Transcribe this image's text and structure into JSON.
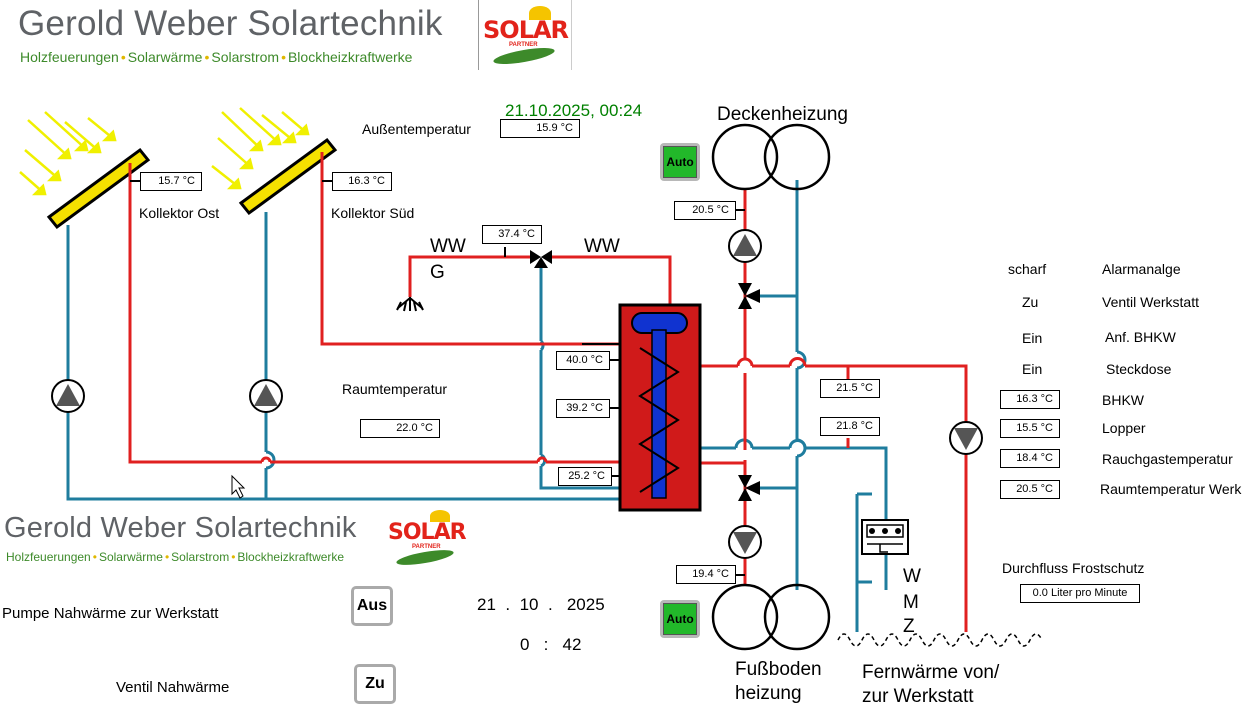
{
  "header": {
    "brand": "Gerold Weber Solartechnik",
    "tagline": [
      "Holzfeuerungen",
      "Solarwärme",
      "Solarstrom",
      "Blockheizkraftwerke"
    ],
    "logo_text": "SOLAR",
    "logo_sub": "PARTNER",
    "datetime": "21.10.2025,  00:24"
  },
  "outdoor": {
    "label": "Außentemperatur",
    "value": "15.9 °C"
  },
  "collectors": {
    "east": {
      "label": "Kollektor Ost",
      "value": "15.7 °C"
    },
    "south": {
      "label": "Kollektor Süd",
      "value": "16.3 °C"
    }
  },
  "ww": {
    "label_left": "WW",
    "label_g": "G",
    "label_right": "WW",
    "value": "37.4 °C"
  },
  "room": {
    "label": "Raumtemperatur",
    "value": "22.0 °C"
  },
  "storage": {
    "t1": "40.0 °C",
    "t2": "39.2 °C",
    "t3": "25.2 °C"
  },
  "ceiling": {
    "title": "Deckenheizung",
    "mode": "Auto",
    "value": "20.5 °C"
  },
  "floor": {
    "title_line1": "Fußboden",
    "title_line2": "heizung",
    "mode": "Auto",
    "value": "19.4 °C"
  },
  "district": {
    "value_top": "21.5 °C",
    "value_bottom": "21.8 °C",
    "wmz": [
      "W",
      "M",
      "Z"
    ],
    "label_line1": "Fernwärme von/",
    "label_line2": "zur Werkstatt"
  },
  "status": [
    {
      "state": "scharf",
      "name": "Alarmanalge"
    },
    {
      "state": "Zu",
      "name": "Ventil Werkstatt"
    },
    {
      "state": "Ein",
      "name": "Anf. BHKW"
    },
    {
      "state": "Ein",
      "name": "Steckdose"
    }
  ],
  "readings": [
    {
      "value": "16.3 °C",
      "name": "BHKW"
    },
    {
      "value": "15.5 °C",
      "name": "Lopper"
    },
    {
      "value": "18.4 °C",
      "name": "Rauchgastemperatur"
    },
    {
      "value": "20.5 °C",
      "name": "Raumtemperatur Werk"
    }
  ],
  "frost": {
    "label": "Durchfluss Frostschutz",
    "value": "0.0 Liter pro Minute"
  },
  "bottom": {
    "pump_label": "Pumpe  Nahwärme zur Werkstatt",
    "pump_button": "Aus",
    "valve_label": "Ventil Nahwärme",
    "valve_button": "Zu",
    "date_day": "21",
    "date_month": "10",
    "date_year": "2025",
    "time_hour": "0",
    "time_min": "42",
    "sep_dot": ".",
    "sep_colon": ":"
  },
  "colors": {
    "hot": "#e02020",
    "cold": "#1f7d9e",
    "collector": "#f5e000",
    "tank": "#d01a1a",
    "coil": "#1033d0",
    "auto": "#22b82a"
  }
}
